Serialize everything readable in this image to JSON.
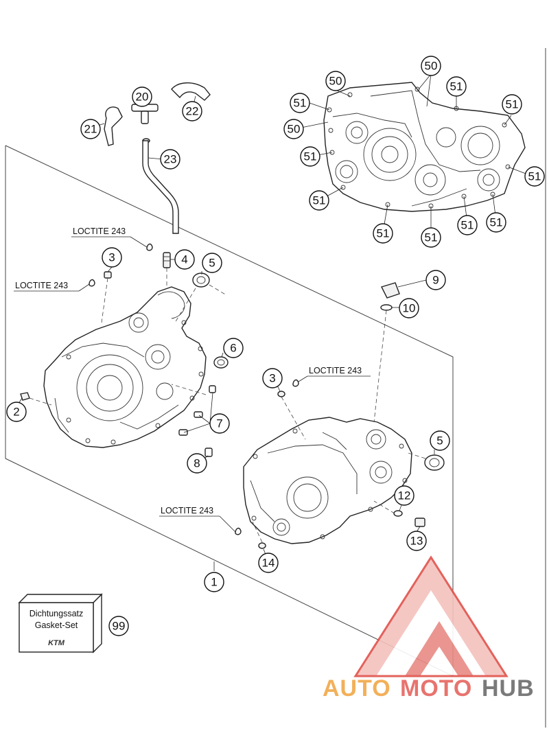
{
  "callouts": [
    "1",
    "2",
    "3",
    "4",
    "5",
    "6",
    "7",
    "8",
    "9",
    "10",
    "12",
    "13",
    "14",
    "20",
    "21",
    "22",
    "23",
    "50",
    "51",
    "99"
  ],
  "loctite_label": "LOCTITE 243",
  "gasket_box": {
    "line1": "Dichtungssatz",
    "line2": "Gasket-Set",
    "brand": "KTM"
  },
  "watermark": {
    "part1": "AUTO",
    "part2": "MOTO",
    "part3": "HUB",
    "colors": {
      "auto": "#f2b05a",
      "moto": "#e8736e",
      "hub": "#7a7a7a",
      "logo": "#e0504a"
    }
  },
  "icons": [
    "crankcase-left-drawing",
    "crankcase-right-drawing",
    "crankcase-inner-drawing",
    "breather-hose-drawing",
    "gasket-box-icon",
    "watermark-logo-icon"
  ]
}
